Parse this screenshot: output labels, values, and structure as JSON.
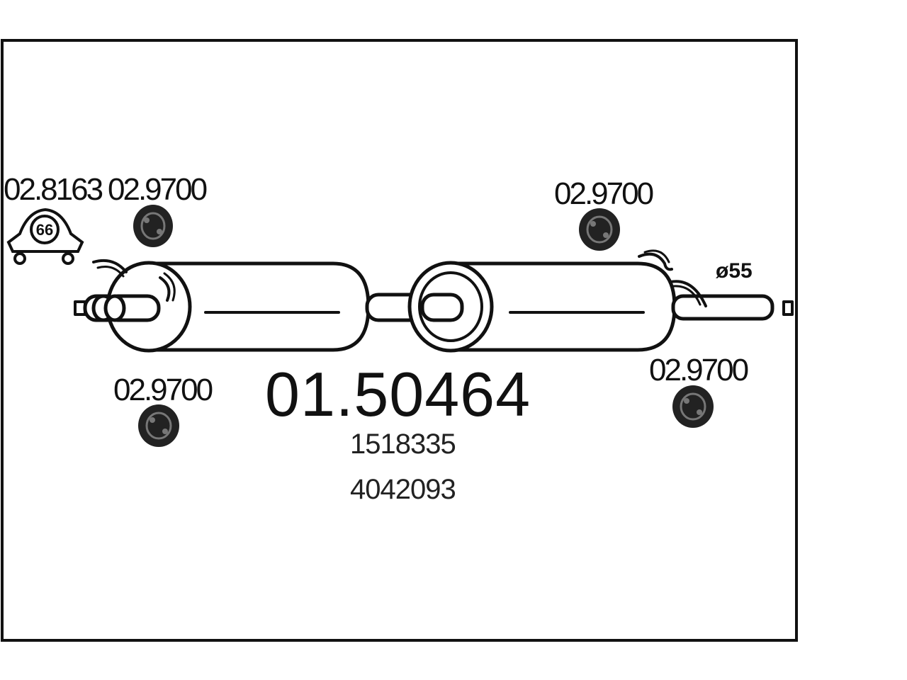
{
  "diagram": {
    "main_part_number": "01.50464",
    "oem_numbers": [
      "1518335",
      "4042093"
    ],
    "diameter_label": "ø55",
    "clamp": {
      "part_number": "02.8163",
      "badge": "66",
      "icon": "exhaust-clamp-icon"
    },
    "hangers": [
      {
        "part_number": "02.9700",
        "icon": "rubber-hanger-icon"
      },
      {
        "part_number": "02.9700",
        "icon": "rubber-hanger-icon"
      },
      {
        "part_number": "02.9700",
        "icon": "rubber-hanger-icon"
      },
      {
        "part_number": "02.9700",
        "icon": "rubber-hanger-icon"
      }
    ],
    "colors": {
      "line": "#111111",
      "background": "#ffffff"
    }
  }
}
